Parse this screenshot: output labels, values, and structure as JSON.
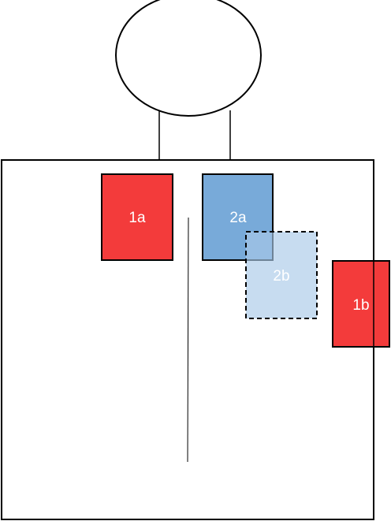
{
  "boxes": [
    {
      "id": "1a",
      "label": "1a"
    },
    {
      "id": "2a",
      "label": "2a"
    },
    {
      "id": "2b",
      "label": "2b"
    },
    {
      "id": "1b",
      "label": "1b"
    }
  ],
  "colors": {
    "red_box": "#f33b3b",
    "blue_box": "#78aad9",
    "light_blue_box": "#c6daee",
    "outline": "#000000",
    "label_text": "#ffffff",
    "background": "#ffffff"
  }
}
